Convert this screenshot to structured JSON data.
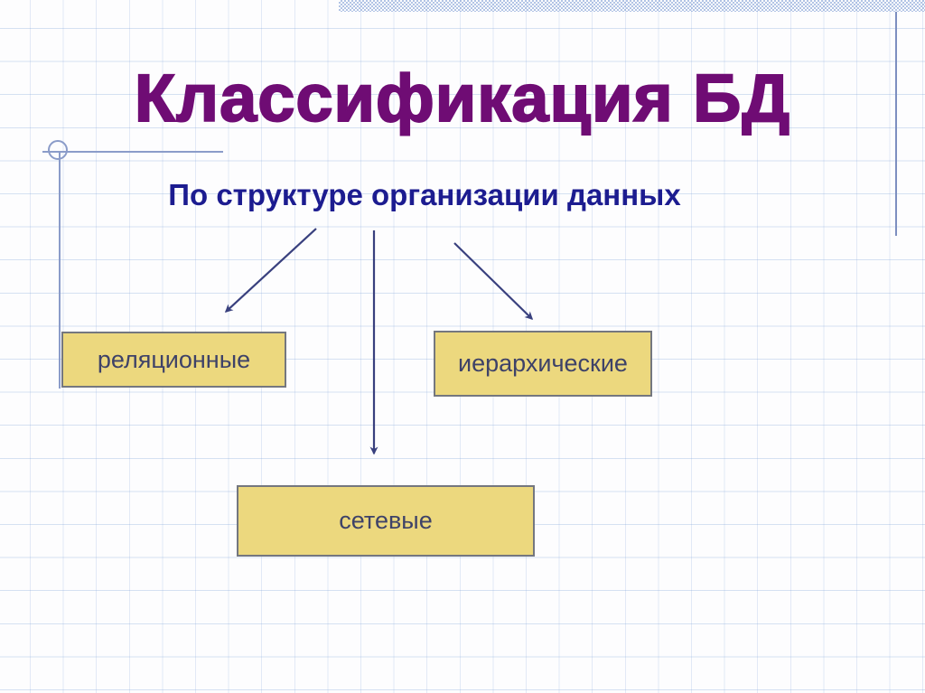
{
  "slide": {
    "title": "Классификация БД",
    "subtitle": "По структуре организации данных",
    "diagram": {
      "boxes": [
        {
          "id": "relational",
          "label": "реляционные"
        },
        {
          "id": "hierarchical",
          "label": "иерархические"
        },
        {
          "id": "network",
          "label": "сетевые"
        }
      ],
      "arrow_count": 3
    },
    "colors": {
      "title_text": "#6f0c74",
      "subtitle_text": "#1c1c90",
      "box_fill": "#ecd87e",
      "box_border": "#74777f",
      "box_text": "#3e4268",
      "arrow": "#39407e",
      "ornament": "#8b9cc9",
      "grid_line": "#7da0d7",
      "background": "#fdfdfe"
    }
  }
}
